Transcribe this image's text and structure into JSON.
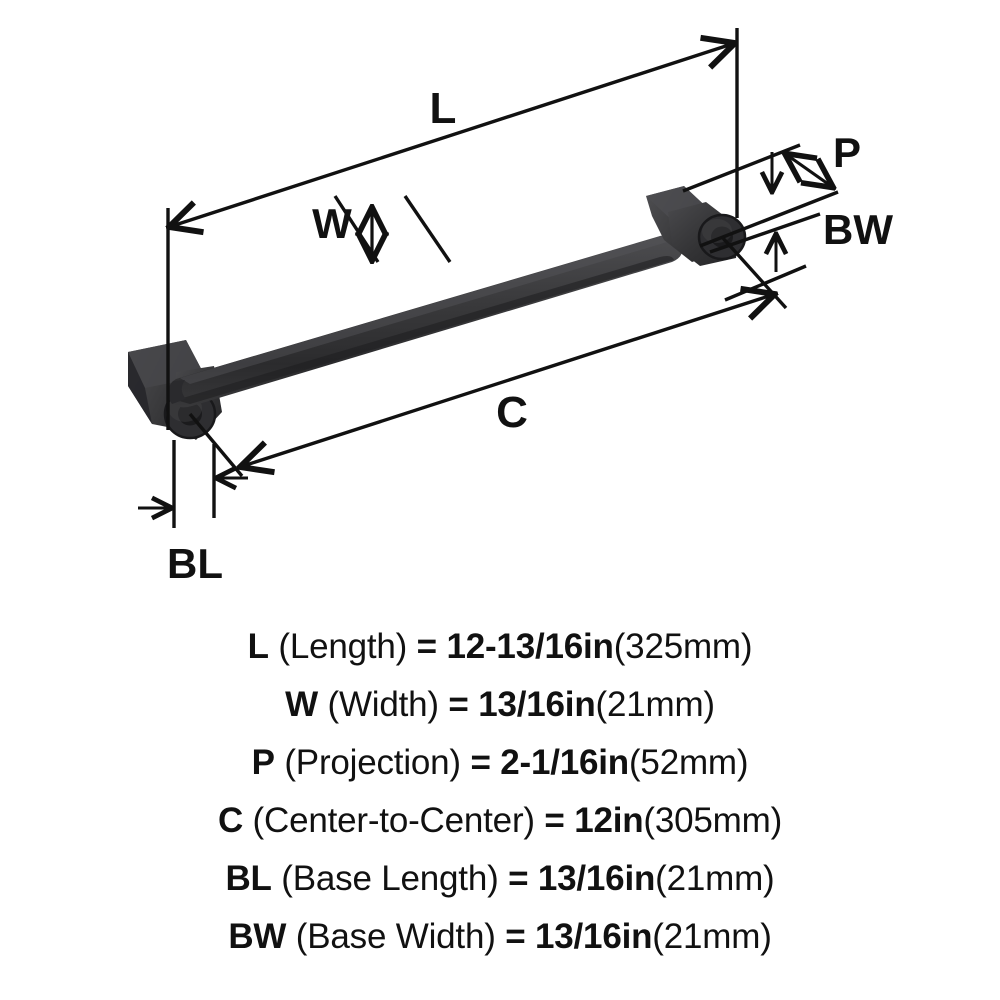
{
  "diagram": {
    "title": "Cabinet appliance pull dimension diagram",
    "colors": {
      "hardware": "#38383a",
      "hardware_dark": "#232325",
      "hardware_light": "#4a4a4d",
      "line": "#111111",
      "background": "#ffffff"
    },
    "callouts": [
      {
        "key": "L",
        "label": "L"
      },
      {
        "key": "W",
        "label": "W"
      },
      {
        "key": "P",
        "label": "P"
      },
      {
        "key": "BW",
        "label": "BW"
      },
      {
        "key": "C",
        "label": "C"
      },
      {
        "key": "BL",
        "label": "BL"
      }
    ]
  },
  "specs": {
    "lines": [
      {
        "symbol": "L",
        "name": "(Length)",
        "equals": "=",
        "value": "12-13/16in",
        "metric": "(325mm)"
      },
      {
        "symbol": "W",
        "name": "(Width)",
        "equals": "=",
        "value": "13/16in",
        "metric": "(21mm)"
      },
      {
        "symbol": "P",
        "name": "(Projection)",
        "equals": "=",
        "value": "2-1/16in",
        "metric": "(52mm)"
      },
      {
        "symbol": "C",
        "name": "(Center-to-Center)",
        "equals": "=",
        "value": "12in",
        "metric": "(305mm)"
      },
      {
        "symbol": "BL",
        "name": "(Base Length)",
        "equals": "=",
        "value": "13/16in",
        "metric": "(21mm)"
      },
      {
        "symbol": "BW",
        "name": "(Base Width)",
        "equals": "=",
        "value": "13/16in",
        "metric": "(21mm)"
      }
    ]
  }
}
